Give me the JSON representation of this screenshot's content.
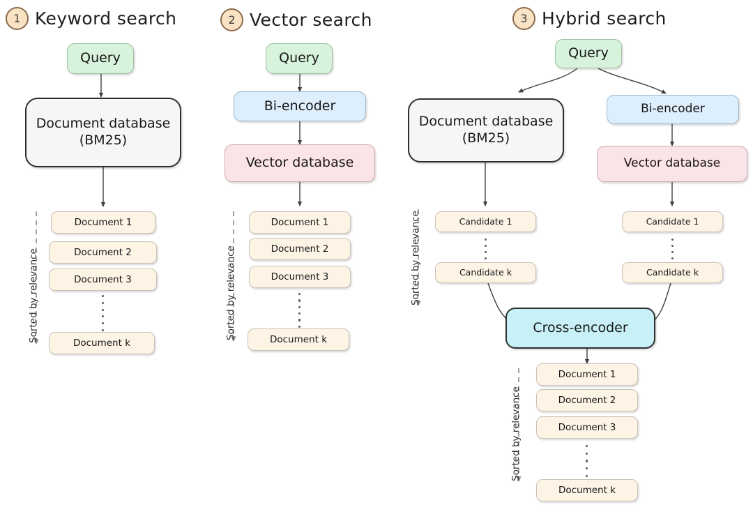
{
  "figure": {
    "title": "Keyword search, Vector search and Hybrid search pipelines",
    "background": "#ffffff"
  },
  "colors": {
    "query": "#d8f3dc",
    "document_database": "#f6f6f7",
    "bi_encoder": "#ddeefc",
    "vector_database": "#fbe4e7",
    "cross_encoder": "#c7f0f7",
    "result_item": "#fdf4e6",
    "badge": "#fae3c4",
    "badge_border": "#8a6a4a",
    "stroke": "#3f3f3f"
  },
  "columns": [
    {
      "number": "1",
      "title": "Keyword search",
      "sorted_label": "Sorted by relevance",
      "nodes": {
        "query": "Query",
        "document_database": "Document database\n(BM25)",
        "document_database_line1": "Document database",
        "document_database_line2": "(BM25)"
      },
      "results": [
        "Document 1",
        "Document 2",
        "Document 3",
        "Document k"
      ]
    },
    {
      "number": "2",
      "title": "Vector search",
      "sorted_label": "Sorted by relevance",
      "nodes": {
        "query": "Query",
        "bi_encoder": "Bi-encoder",
        "vector_database": "Vector database"
      },
      "results": [
        "Document 1",
        "Document 2",
        "Document 3",
        "Document k"
      ]
    },
    {
      "number": "3",
      "title": "Hybrid search",
      "sorted_label_candidates": "Sorted by relevance",
      "sorted_label_results": "Sorted by relevance",
      "nodes": {
        "query": "Query",
        "document_database_line1": "Document database",
        "document_database_line2": "(BM25)",
        "bi_encoder": "Bi-encoder",
        "vector_database": "Vector database",
        "cross_encoder": "Cross-encoder"
      },
      "candidates_left": [
        "Candidate 1",
        "Candidate k"
      ],
      "candidates_right": [
        "Candidate 1",
        "Candidate k"
      ],
      "results": [
        "Document 1",
        "Document 2",
        "Document 3",
        "Document k"
      ]
    }
  ]
}
